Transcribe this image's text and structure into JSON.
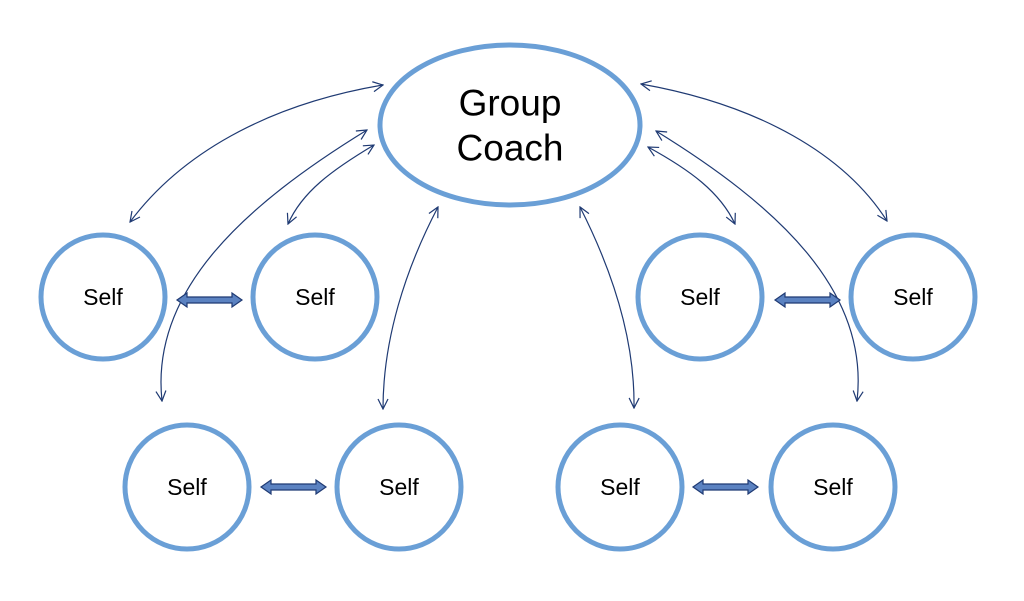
{
  "colors": {
    "node_stroke": "#6A9FD6",
    "arrow_stroke": "#1F3A73",
    "link_fill": "#5B82C1",
    "background": "#FFFFFF"
  },
  "coach": {
    "line1": "Group",
    "line2": "Coach"
  },
  "selves": [
    {
      "label": "Self"
    },
    {
      "label": "Self"
    },
    {
      "label": "Self"
    },
    {
      "label": "Self"
    },
    {
      "label": "Self"
    },
    {
      "label": "Self"
    },
    {
      "label": "Self"
    },
    {
      "label": "Self"
    }
  ]
}
